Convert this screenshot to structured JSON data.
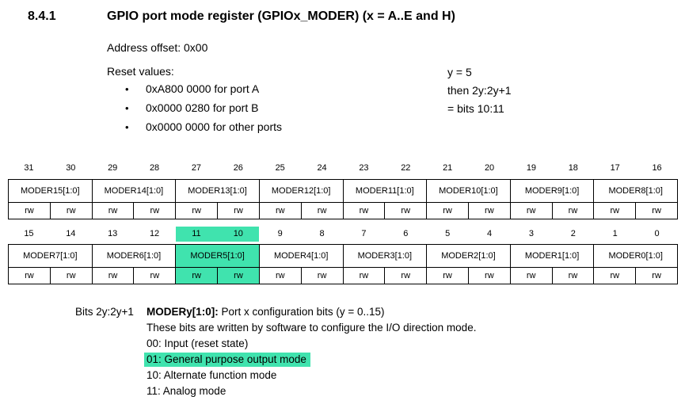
{
  "colors": {
    "highlight": "#40e3ae"
  },
  "page": {
    "section_number": "8.4.1",
    "title": "GPIO port mode register (GPIOx_MODER) (x = A..E and H)",
    "address_offset": "Address offset: 0x00",
    "reset_values_label": "Reset values:",
    "reset_values": [
      "0xA800 0000 for port A",
      "0x0000 0280 for port B",
      "0x0000 0000 for other ports"
    ],
    "margin_note_lines": [
      "y = 5",
      "then 2y:2y+1",
      "= bits 10:11"
    ]
  },
  "register_table": {
    "upper": {
      "bits": [
        "31",
        "30",
        "29",
        "28",
        "27",
        "26",
        "25",
        "24",
        "23",
        "22",
        "21",
        "20",
        "19",
        "18",
        "17",
        "16"
      ],
      "fields": [
        "MODER15[1:0]",
        "MODER14[1:0]",
        "MODER13[1:0]",
        "MODER12[1:0]",
        "MODER11[1:0]",
        "MODER10[1:0]",
        "MODER9[1:0]",
        "MODER8[1:0]"
      ],
      "access": [
        "rw",
        "rw",
        "rw",
        "rw",
        "rw",
        "rw",
        "rw",
        "rw",
        "rw",
        "rw",
        "rw",
        "rw",
        "rw",
        "rw",
        "rw",
        "rw"
      ],
      "bit_highlight_indices": [],
      "field_highlight_indices": [],
      "access_highlight_indices": []
    },
    "lower": {
      "bits": [
        "15",
        "14",
        "13",
        "12",
        "11",
        "10",
        "9",
        "8",
        "7",
        "6",
        "5",
        "4",
        "3",
        "2",
        "1",
        "0"
      ],
      "fields": [
        "MODER7[1:0]",
        "MODER6[1:0]",
        "MODER5[1:0]",
        "MODER4[1:0]",
        "MODER3[1:0]",
        "MODER2[1:0]",
        "MODER1[1:0]",
        "MODER0[1:0]"
      ],
      "access": [
        "rw",
        "rw",
        "rw",
        "rw",
        "rw",
        "rw",
        "rw",
        "rw",
        "rw",
        "rw",
        "rw",
        "rw",
        "rw",
        "rw",
        "rw",
        "rw"
      ],
      "bit_highlight_indices": [
        4,
        5
      ],
      "field_highlight_indices": [
        2
      ],
      "access_highlight_indices": [
        4,
        5
      ]
    }
  },
  "description": {
    "bits_label": "Bits 2y:2y+1",
    "field_name": "MODERy[1:0]:",
    "field_desc": "Port x configuration bits (y = 0..15)",
    "lines": [
      {
        "text": "These bits are written by software to configure the I/O direction mode.",
        "highlight": false
      },
      {
        "text": "00: Input (reset state)",
        "highlight": false
      },
      {
        "text": "01: General purpose output mode",
        "highlight": true
      },
      {
        "text": "10: Alternate function mode",
        "highlight": false
      },
      {
        "text": "11: Analog mode",
        "highlight": false
      }
    ]
  }
}
